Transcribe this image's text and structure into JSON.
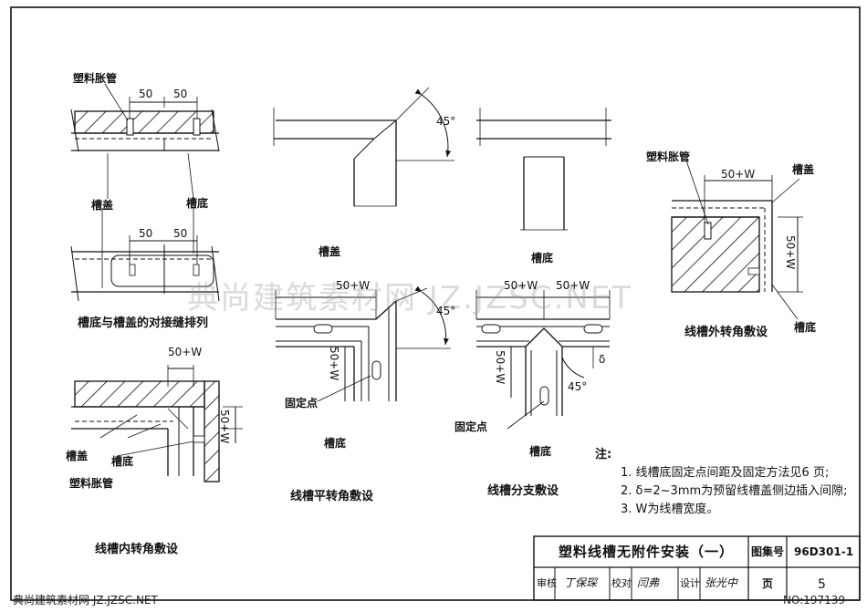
{
  "labels": {
    "plastic_anchor": "塑料胀管",
    "cover": "槽盖",
    "base": "槽底",
    "fix_point": "固定点",
    "d50": "50",
    "d50w": "50+W",
    "deg45": "45°",
    "delta": "δ"
  },
  "captions": {
    "seam": "槽底与槽盖的对接缝排列",
    "inner_corner": "线槽内转角敷设",
    "flat_corner": "线槽平转角敷设",
    "branch": "线槽分支敷设",
    "outer_corner": "线槽外转角敷设"
  },
  "notes": {
    "title": "注:",
    "items": [
      "1. 线槽底固定点间距及固定方法见6 页;",
      "2. δ=2~3mm为预留线槽盖侧边插入间隙;",
      "3. W为线槽宽度。"
    ]
  },
  "title_block": {
    "title": "塑料线槽无附件安装（一）",
    "atlas_label": "图集号",
    "atlas_no": "96D301-1",
    "review_label": "审核",
    "reviewer": "丁保琛",
    "check_label": "校对",
    "checker": "闫弗",
    "design_label": "设计",
    "designer": "张光中",
    "page_label": "页",
    "page_no": "5"
  },
  "watermark": "典尚建筑素材网 JZ.JZSC.NET",
  "footer": {
    "left": "典尚建筑素材网 JZ.JZSC.NET",
    "right": "NO:197139"
  }
}
